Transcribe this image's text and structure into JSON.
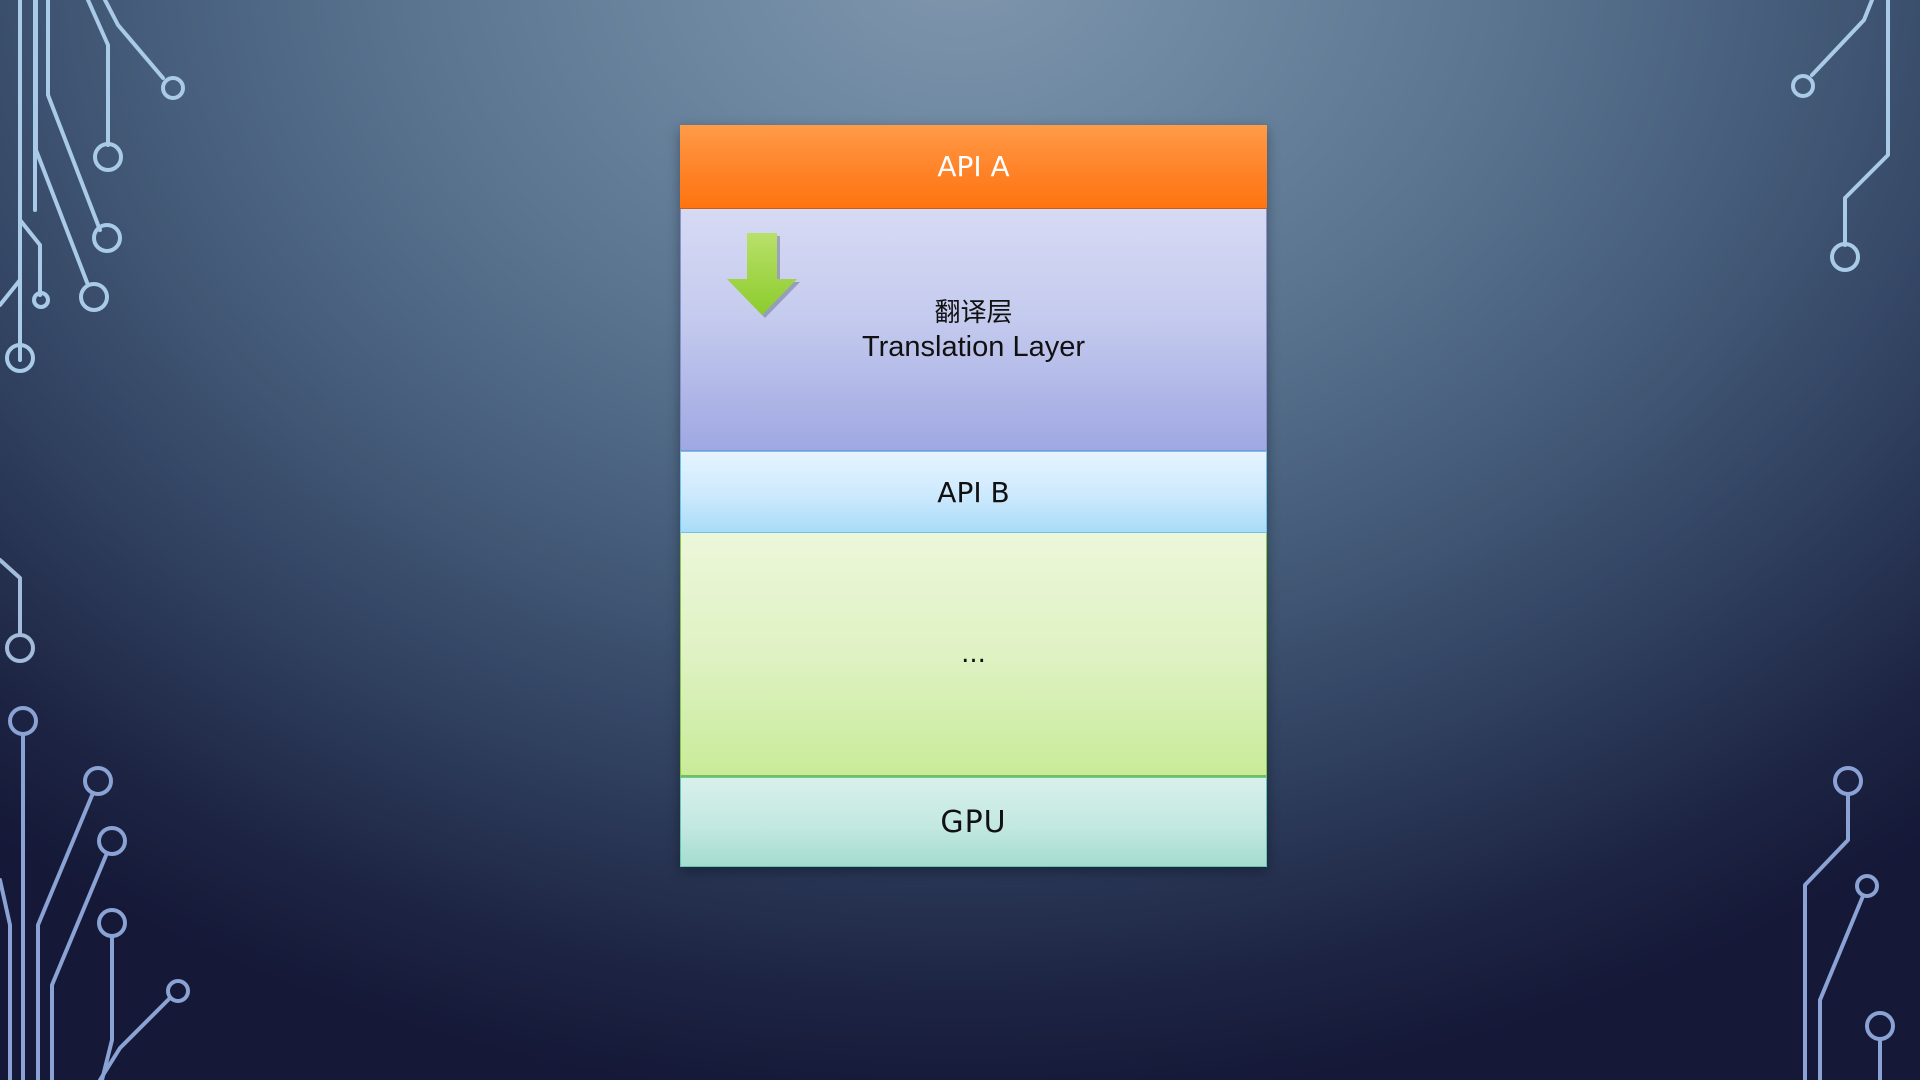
{
  "diagram": {
    "layers": {
      "api_a": "API A",
      "translation_cn": "翻译层",
      "translation_en": "Translation Layer",
      "api_b": "API B",
      "ellipsis": "...",
      "gpu": "GPU"
    },
    "arrow": {
      "direction": "down",
      "color": "#9ad33a"
    }
  },
  "colors": {
    "api_a": "#ff8125",
    "translation_layer": "#c5cbee",
    "api_b": "#cce9fd",
    "ellipsis_layer": "#dff2c4",
    "gpu": "#c3e8e1",
    "circuit_lines": "#a9cbe8"
  },
  "decorations": {
    "background": "circuit-board-lines",
    "icons": [
      "down-arrow-icon"
    ]
  }
}
